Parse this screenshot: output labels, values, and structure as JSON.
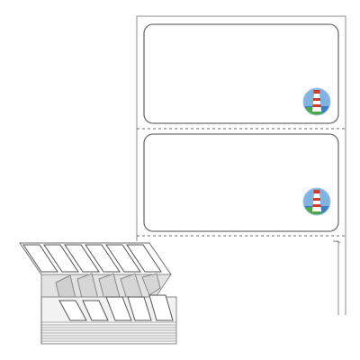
{
  "product": {
    "type": "fanfold-label-stock",
    "labels_shown": 2,
    "label_shape": "rounded-rectangle",
    "perforation": "dashed",
    "logo_icon": "lighthouse-icon"
  },
  "colors": {
    "background": "#ffffff",
    "outline": "#8c8c8c",
    "label_border": "#6e6e6e",
    "stack_grey": "#c9c9c9",
    "sky": "#7fb3e0",
    "sea": "#3f7fc1",
    "lighthouse_red": "#d0392b",
    "grass": "#4ea64a"
  }
}
